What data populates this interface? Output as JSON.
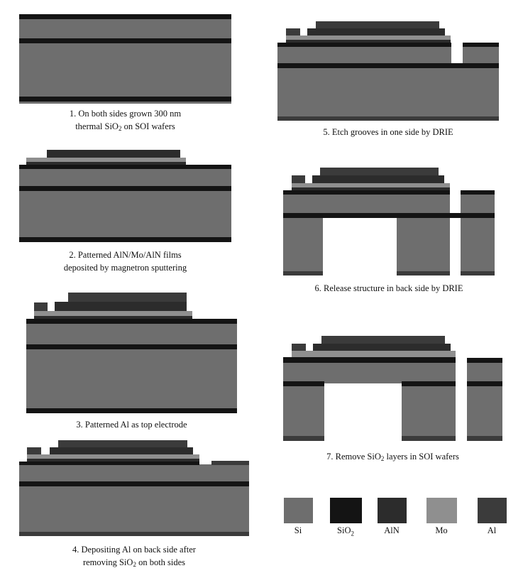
{
  "materials": {
    "si": {
      "label": "Si",
      "color": "#6e6e6e"
    },
    "sio2": {
      "label": "SiO",
      "sub": "2",
      "color": "#141414"
    },
    "aln": {
      "label": "AlN",
      "color": "#2c2c2c"
    },
    "mo": {
      "label": "Mo",
      "color": "#8f8f8f"
    },
    "al": {
      "label": "Al",
      "color": "#3b3b3b"
    }
  },
  "steps": [
    {
      "line1": "1. On both sides grown 300 nm",
      "line2a": "thermal SiO",
      "line2sub": "2",
      "line2b": " on SOI wafers"
    },
    {
      "line1": "2. Patterned AlN/Mo/AlN films",
      "line2a": "deposited by magnetron sputtering",
      "line2sub": "",
      "line2b": ""
    },
    {
      "line1": "3. Patterned Al as top electrode",
      "line2a": "",
      "line2sub": "",
      "line2b": ""
    },
    {
      "line1": "4. Depositing Al on back side after",
      "line2a": "removing SiO",
      "line2sub": "2",
      "line2b": " on both sides"
    },
    {
      "line1": "5. Etch grooves in one side by DRIE",
      "line2a": "",
      "line2sub": "",
      "line2b": ""
    },
    {
      "line1": "6. Release structure in back side by DRIE",
      "line2a": "",
      "line2sub": "",
      "line2b": ""
    },
    {
      "line1a": "7. Remove SiO",
      "line1sub": "2",
      "line1b": " layers in SOI wafers"
    }
  ]
}
